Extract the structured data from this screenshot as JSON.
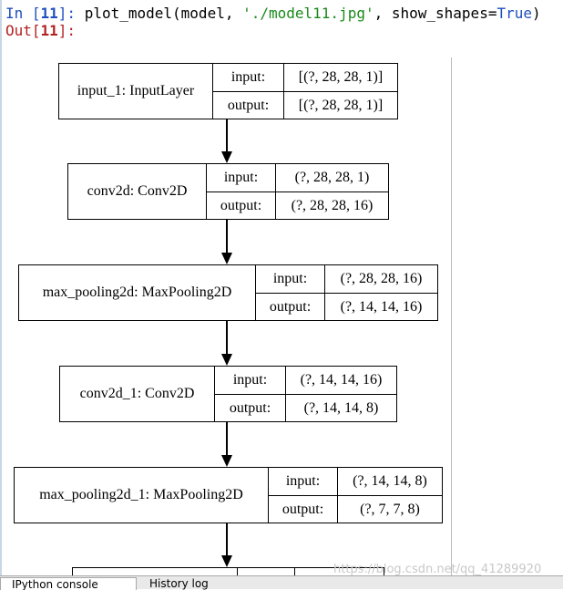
{
  "console": {
    "in_prompt_label": "In [",
    "in_prompt_num": "11",
    "in_prompt_end": "]: ",
    "code_func": "plot_model(model, ",
    "code_str": "'./model11.jpg'",
    "code_mid": ", show_shapes=",
    "code_bool": "True",
    "code_end": ")",
    "out_prompt_label": "Out[",
    "out_prompt_num": "11",
    "out_prompt_end": "]:"
  },
  "model_plot": {
    "layers": [
      {
        "name": "input_1: InputLayer",
        "input_label": "input:",
        "output_label": "output:",
        "input_shape": "[(?, 28, 28, 1)]",
        "output_shape": "[(?, 28, 28, 1)]"
      },
      {
        "name": "conv2d: Conv2D",
        "input_label": "input:",
        "output_label": "output:",
        "input_shape": "(?, 28, 28, 1)",
        "output_shape": "(?, 28, 28, 16)"
      },
      {
        "name": "max_pooling2d: MaxPooling2D",
        "input_label": "input:",
        "output_label": "output:",
        "input_shape": "(?, 28, 28, 16)",
        "output_shape": "(?, 14, 14, 16)"
      },
      {
        "name": "conv2d_1: Conv2D",
        "input_label": "input:",
        "output_label": "output:",
        "input_shape": "(?, 14, 14, 16)",
        "output_shape": "(?, 14, 14, 8)"
      },
      {
        "name": "max_pooling2d_1: MaxPooling2D",
        "input_label": "input:",
        "output_label": "output:",
        "input_shape": "(?, 14, 14, 8)",
        "output_shape": "(?, 7, 7, 8)"
      }
    ]
  },
  "tabs": [
    {
      "label": "IPython console",
      "active": true
    },
    {
      "label": "History log",
      "active": false
    }
  ],
  "watermark": "https://blog.csdn.net/qq_41289920"
}
